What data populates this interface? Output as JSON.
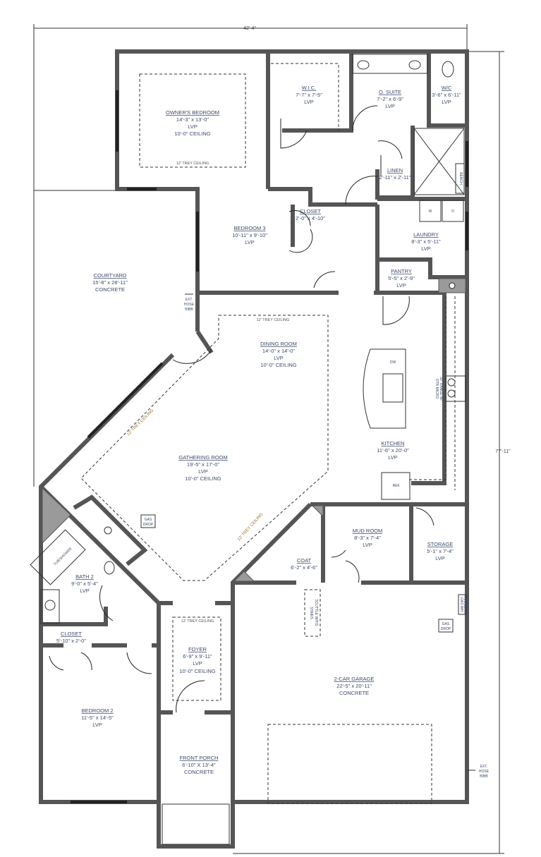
{
  "dimensions": {
    "width": "42'-4\"",
    "depth": "77'-11\""
  },
  "rooms": {
    "owners_bedroom": {
      "name": "OWNER'S BEDROOM",
      "size": "14'-3\" x 13'-0\"",
      "floor": "LVP",
      "ceiling": "10'-0\" CEILING",
      "trey": "12' TREY CEILING"
    },
    "wic": {
      "name": "W.I.C.",
      "size": "7'-7\" x 7'-5\"",
      "floor": "LVP"
    },
    "o_suite": {
      "name": "O. SUITE",
      "size": "7'-2\" x 6'-9\"",
      "floor": "LVP"
    },
    "wc": {
      "name": "W/C",
      "size": "3'-6\" x 6'-11\"",
      "floor": "LVP"
    },
    "linen": {
      "name": "LINEN",
      "size": "2'-11\" x 2'-11\""
    },
    "bench": "BENCH",
    "closet3": {
      "name": "CLOSET",
      "size": "2'-0\" x 4'-10\""
    },
    "bedroom3": {
      "name": "BEDROOM 3",
      "size": "10'-11\" x 9'-10\"",
      "floor": "LVP"
    },
    "laundry": {
      "name": "LAUNDRY",
      "size": "8'-3\" x 5'-11\"",
      "floor": "LVP",
      "washer": "W",
      "dryer": "D"
    },
    "pantry": {
      "name": "PANTRY",
      "size": "5'-5\" x 2'-9\"",
      "floor": "LVP"
    },
    "courtyard": {
      "name": "COURTYARD",
      "size": "15'-8\" x 28'-11\"",
      "floor": "CONCRETE"
    },
    "hose_bibb": [
      "EXT.",
      "HOSE",
      "BIBB"
    ],
    "dining": {
      "name": "DINING ROOM",
      "size": "14'-0\" x 14'-0\"",
      "floor": "LVP",
      "ceiling": "10'-0\" CEILING",
      "trey": "12' TREY CEILING"
    },
    "kitchen": {
      "name": "KITCHEN",
      "size": "11'-6\" x 20'-0\"",
      "floor": "LVP",
      "dw": "DW",
      "ref": "REF.",
      "range": [
        "30\" RANGE W/",
        "OTR MICRO"
      ]
    },
    "gathering": {
      "name": "GATHERING ROOM",
      "size": "19'-5\" x 17'-0\"",
      "floor": "LVP",
      "ceiling": "10'-0\" CEILING",
      "trey": "12' TREY CEILING",
      "trey2": "12' TREY CEILING"
    },
    "gas_drop": [
      "GAS",
      "DROP"
    ],
    "mud": {
      "name": "MUD ROOM",
      "size": "8'-3\" x 7'-4\"",
      "floor": "LVP"
    },
    "storage": {
      "name": "STORAGE",
      "size": "5'-1\" x 7'-4\"",
      "floor": "LVP"
    },
    "coat": {
      "name": "COAT",
      "size": "6'-2\" x 4'-6\""
    },
    "bath2": {
      "name": "BATH 2",
      "size": "9'-0\" x 5'-4\"",
      "floor": "LVP",
      "tub": "TUB/SHOWER"
    },
    "closet2": {
      "name": "CLOSET",
      "size": "5'-10\" x 2'-0\""
    },
    "bedroom2": {
      "name": "BEDROOM 2",
      "size": "11'-5\" x 14'-5\"",
      "floor": "LVP"
    },
    "foyer": {
      "name": "FOYER",
      "size": "6'-9\" x 9'-11\"",
      "floor": "LVP",
      "ceiling": "10'-0\" CEILING",
      "trey": "12' TREY CEILING"
    },
    "porch": {
      "name": "FRONT PORCH",
      "size": "6'-10\" X 13'-4\"",
      "floor": "CONCRETE"
    },
    "garage": {
      "name": "2-CAR GARAGE",
      "size": "22'-5\" x 20'-11\"",
      "floor": "CONCRETE",
      "scuttle": [
        "SCUTTLE W/P.D.",
        "STAIRS"
      ],
      "water_heater": [
        "TANKLESS",
        "GAS WH"
      ]
    }
  }
}
